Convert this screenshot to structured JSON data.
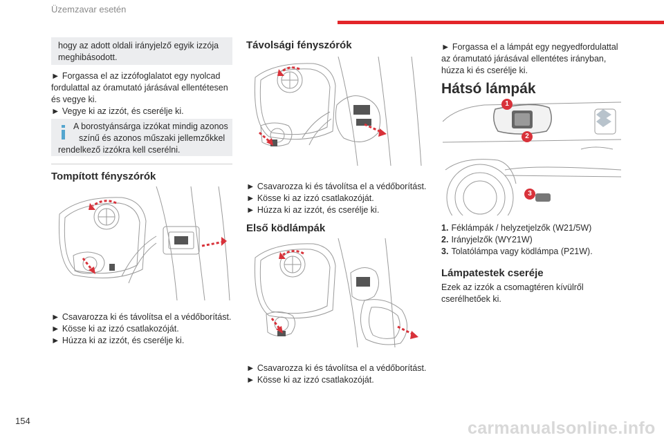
{
  "header": {
    "section_title": "Üzemzavar esetén"
  },
  "page_number": "154",
  "watermark": "carmanualsonline.info",
  "col1": {
    "note_top": [
      "hogy az adott oldali irányjelző egyik izzója",
      "meghibásodott."
    ],
    "steps_top": [
      "► Forgassa el az izzófoglalatot egy nyolcad",
      "fordulattal az óramutató járásával ellentétesen",
      "és vegye ki.",
      "► Vegye ki az izzót, és cserélje ki."
    ],
    "info_note": [
      "A borostyánsárga izzókat mindig azonos",
      "színű és azonos műszaki jellemzőkkel",
      "rendelkező izzókra kell cserélni."
    ],
    "dipped_title": "Tompított fényszórók",
    "dipped_steps": [
      "► Csavarozza ki és távolítsa el a védőborítást.",
      "► Kösse ki az izzó csatlakozóját.",
      "► Húzza ki az izzót, és cserélje ki."
    ]
  },
  "col2": {
    "main_title": "Távolsági fényszórók",
    "main_steps": [
      "► Csavarozza ki és távolítsa el a védőborítást.",
      "► Kösse ki az izzó csatlakozóját.",
      "► Húzza ki az izzót, és cserélje ki."
    ],
    "fog_title": "Első ködlámpák",
    "fog_steps": [
      "► Csavarozza ki és távolítsa el a védőborítást.",
      "► Kösse ki az izzó csatlakozóját."
    ]
  },
  "col3": {
    "steps_top": [
      "► Forgassa el a lámpát egy negyedfordulattal",
      "az óramutató járásával ellentétes irányban,",
      "húzza ki és cserélje ki."
    ],
    "rear_title": "Hátsó lámpák",
    "callouts": [
      "1",
      "2",
      "3"
    ],
    "legend": [
      {
        "num": "1.",
        "text": "Féklámpák / helyzetjelzők (W21/5W)"
      },
      {
        "num": "2.",
        "text": "Irányjelzők (WY21W)"
      },
      {
        "num": "3.",
        "text": "Tolatólámpa vagy ködlámpa (P21W)."
      }
    ],
    "housing_title": "Lámpatestek cseréje",
    "housing_text": [
      "Ezek az izzók a csomagtéren kívülről",
      "cserélhetőek ki."
    ]
  },
  "colors": {
    "accent_red": "#e3262a",
    "note_gray": "#ecedef",
    "info_blue": "#55a6cf",
    "callout_red": "#d8323a"
  },
  "icons": {
    "info": "info-icon",
    "arrow": "red-arrow-icon"
  }
}
